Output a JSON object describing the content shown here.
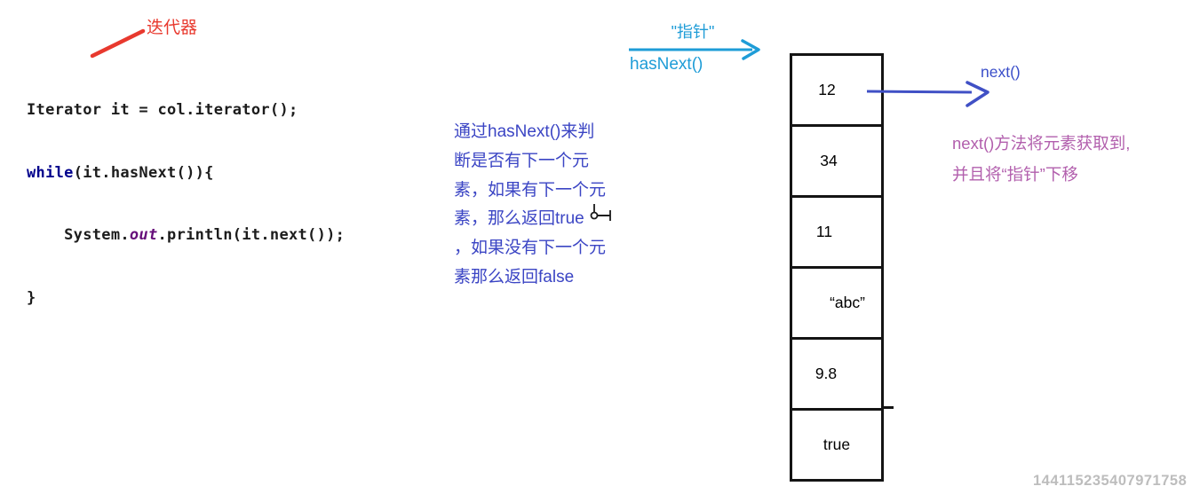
{
  "callout": {
    "label": "迭代器"
  },
  "code": {
    "lines": [
      {
        "segments": [
          {
            "t": "Iterator it = col.iterator();",
            "c": "plain"
          }
        ]
      },
      {
        "segments": [
          {
            "t": "while",
            "c": "keyword"
          },
          {
            "t": "(it.hasNext()){",
            "c": "plain"
          }
        ]
      },
      {
        "segments": [
          {
            "t": "    System.",
            "c": "plain"
          },
          {
            "t": "out",
            "c": "field"
          },
          {
            "t": ".println(it.next());",
            "c": "plain"
          }
        ]
      },
      {
        "segments": [
          {
            "t": "}",
            "c": "plain"
          }
        ]
      }
    ]
  },
  "pointer": {
    "quote_label": "\"指针\"",
    "method_label": "hasNext()"
  },
  "explanation": {
    "lines": [
      "通过hasNext()来判",
      "断是否有下一个元",
      "素，如果有下一个元",
      "素，那么返回true",
      "，如果没有下一个元",
      "素那么返回false"
    ]
  },
  "collection": {
    "cells": [
      "12",
      "34",
      "11",
      "“abc”",
      "9.8",
      "true"
    ]
  },
  "next": {
    "label": "next()",
    "description": [
      "next()方法将元素获取到,",
      "并且将“指针”下移"
    ]
  },
  "watermark": "144115235407971758",
  "icons": {
    "text_cursor": "i-beam-text-select-pointer",
    "pointer_arrow": "right-arrow",
    "next_arrow": "right-arrow",
    "callout_line": "diagonal-leader-line"
  },
  "colors": {
    "callout_red": "#e8392e",
    "pointer_blue": "#1e9cd7",
    "explanation_blue": "#3b45c4",
    "next_blue": "#3a4ec9",
    "description_purple": "#b25fad",
    "code_keyword_navy": "#00008c",
    "code_field_purple": "#660e7a",
    "box_border_black": "#141414",
    "watermark_gray": "#bdbdbd"
  }
}
